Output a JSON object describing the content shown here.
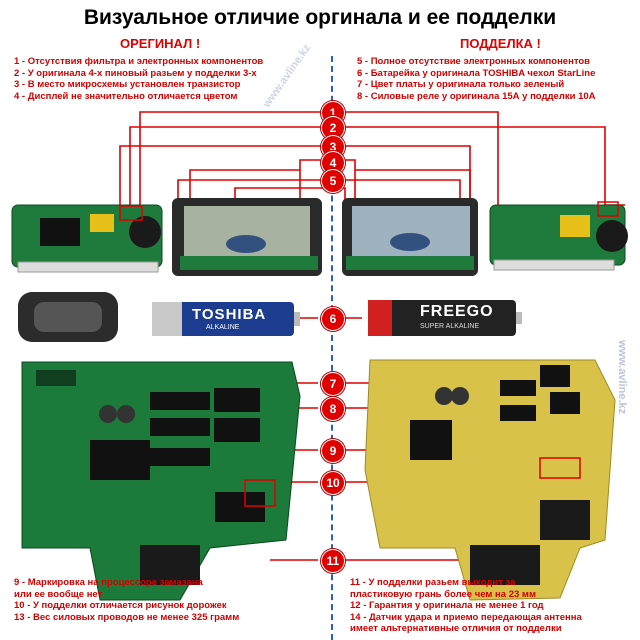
{
  "title": "Визуальное отличие оргинала  и ее подделки",
  "original_label": "ОРЕГИНАЛ !",
  "fake_label": "ПОДДЕЛКА !",
  "notes_left_top": [
    "1 - Отсутствия фильтра и электронных компонентов",
    "2 - У оригинала 4-х пиновый разьем у подделки 3-х",
    "3 - В место микросхемы установлен транзистор",
    "4 - Дисплей не значительно отличается цветом"
  ],
  "notes_right_top": [
    "5 - Полное отсутствие электронных компонентов",
    "6 - Батарейка у оригинала TOSHIBA чехол StarLine",
    "7 - Цвет платы у оригинала только зеленый",
    "8 - Силовые реле у оригинала 15А у подделки 10А"
  ],
  "notes_left_bottom": [
    "9 - Маркировка на процессоре замазана",
    "      или ее вообще нет",
    "10 - У подделки отличается рисунок дорожек",
    "13 - Вес силовых проводов не менее 325 грамм"
  ],
  "notes_right_bottom": [
    "11 - У подделки разьем выходит за",
    "       пластиковую грань более чем на 23 мм",
    "12 - Гарантия у оригинала не менее 1 год",
    "14 - Датчик удара и приемо передающая антенна",
    "       имеет альтернативные отличия от подделки"
  ],
  "badges": [
    "1",
    "2",
    "3",
    "4",
    "5",
    "6",
    "7",
    "8",
    "9",
    "10",
    "11"
  ],
  "battery_left_brand": "TOSHIBA",
  "battery_left_sub": "ALKALINE",
  "battery_right_brand": "FREEGO",
  "battery_right_sub": "SUPER ALKALINE",
  "watermark": "www.avline.kz",
  "colors": {
    "red": "#e10000",
    "pcb_green": "#1d7a3c",
    "pcb_yellow": "#d8c24a",
    "blue": "#2a5bd7"
  }
}
